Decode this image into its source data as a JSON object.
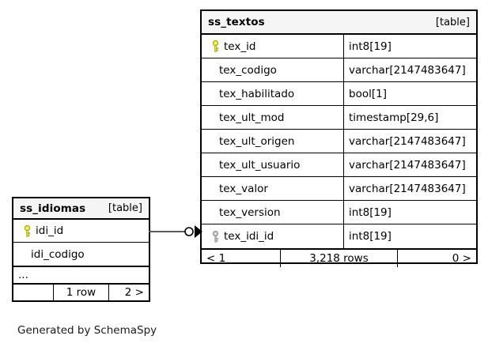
{
  "diagram": {
    "caption": "Generated by SchemaSpy",
    "background_color": "#ffffff",
    "border_color": "#000000",
    "header_fill": "#f5f5f5",
    "pk_key_color": "#e8e80f",
    "fk_key_color": "#b0b0b0"
  },
  "tables": {
    "ss_textos": {
      "name": "ss_textos",
      "kind": "[table]",
      "columns": [
        {
          "key": "pk",
          "icon": "key-icon-primary",
          "name": "tex_id",
          "type": "int8[19]"
        },
        {
          "key": "",
          "icon": "",
          "name": "tex_codigo",
          "type": "varchar[2147483647]"
        },
        {
          "key": "",
          "icon": "",
          "name": "tex_habilitado",
          "type": "bool[1]"
        },
        {
          "key": "",
          "icon": "",
          "name": "tex_ult_mod",
          "type": "timestamp[29,6]"
        },
        {
          "key": "",
          "icon": "",
          "name": "tex_ult_origen",
          "type": "varchar[2147483647]"
        },
        {
          "key": "",
          "icon": "",
          "name": "tex_ult_usuario",
          "type": "varchar[2147483647]"
        },
        {
          "key": "",
          "icon": "",
          "name": "tex_valor",
          "type": "varchar[2147483647]"
        },
        {
          "key": "",
          "icon": "",
          "name": "tex_version",
          "type": "int8[19]"
        },
        {
          "key": "fk",
          "icon": "key-icon-foreign",
          "name": "tex_idi_id",
          "type": "int8[19]"
        }
      ],
      "footer": {
        "left": "< 1",
        "middle": "3,218 rows",
        "right": "0 >"
      }
    },
    "ss_idiomas": {
      "name": "ss_idiomas",
      "kind": "[table]",
      "columns": [
        {
          "key": "pk",
          "icon": "key-icon-primary",
          "name": "idi_id",
          "type": ""
        },
        {
          "key": "",
          "icon": "",
          "name": "idi_codigo",
          "type": ""
        }
      ],
      "more_indicator": "...",
      "footer": {
        "left": "",
        "middle": "1 row",
        "right": "2 >"
      }
    }
  },
  "relationship": {
    "from_table": "ss_idiomas",
    "from_column": "idi_id",
    "to_table": "ss_textos",
    "to_column": "tex_idi_id",
    "from_marker": "optional-circle",
    "to_marker": "crows-foot-arrow"
  }
}
